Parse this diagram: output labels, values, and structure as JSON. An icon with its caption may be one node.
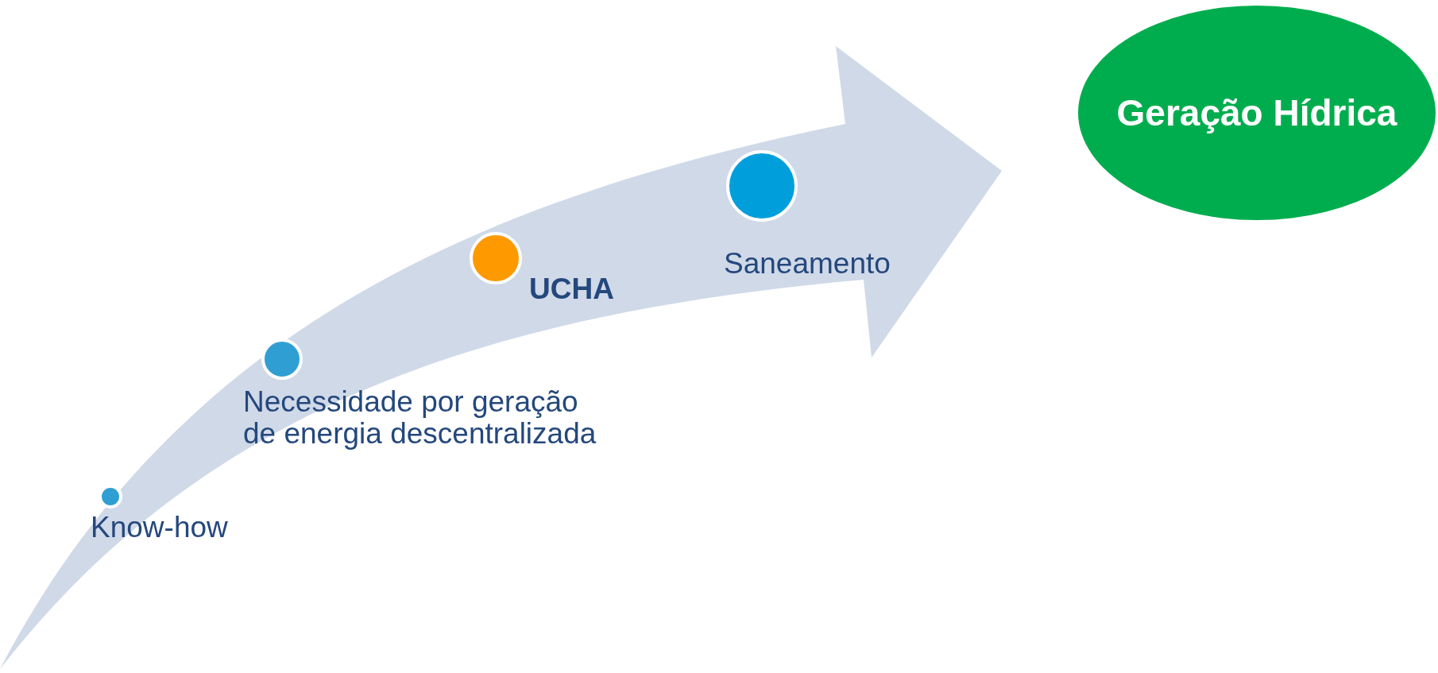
{
  "diagram": {
    "nodes": [
      {
        "text": [],
        "shape": "circle",
        "beside": [
          "Know-how"
        ]
      },
      {
        "text": [],
        "shape": "circle",
        "beside": [
          "Necessidade por geração de energia descentralizada"
        ]
      },
      {
        "text": [],
        "shape": "circle",
        "beside": [
          "UCHA"
        ]
      },
      {
        "text": [],
        "shape": "circle",
        "beside": [
          "Saneamento"
        ]
      },
      {
        "text": [
          "Geração Hídrica"
        ]
      }
    ]
  }
}
